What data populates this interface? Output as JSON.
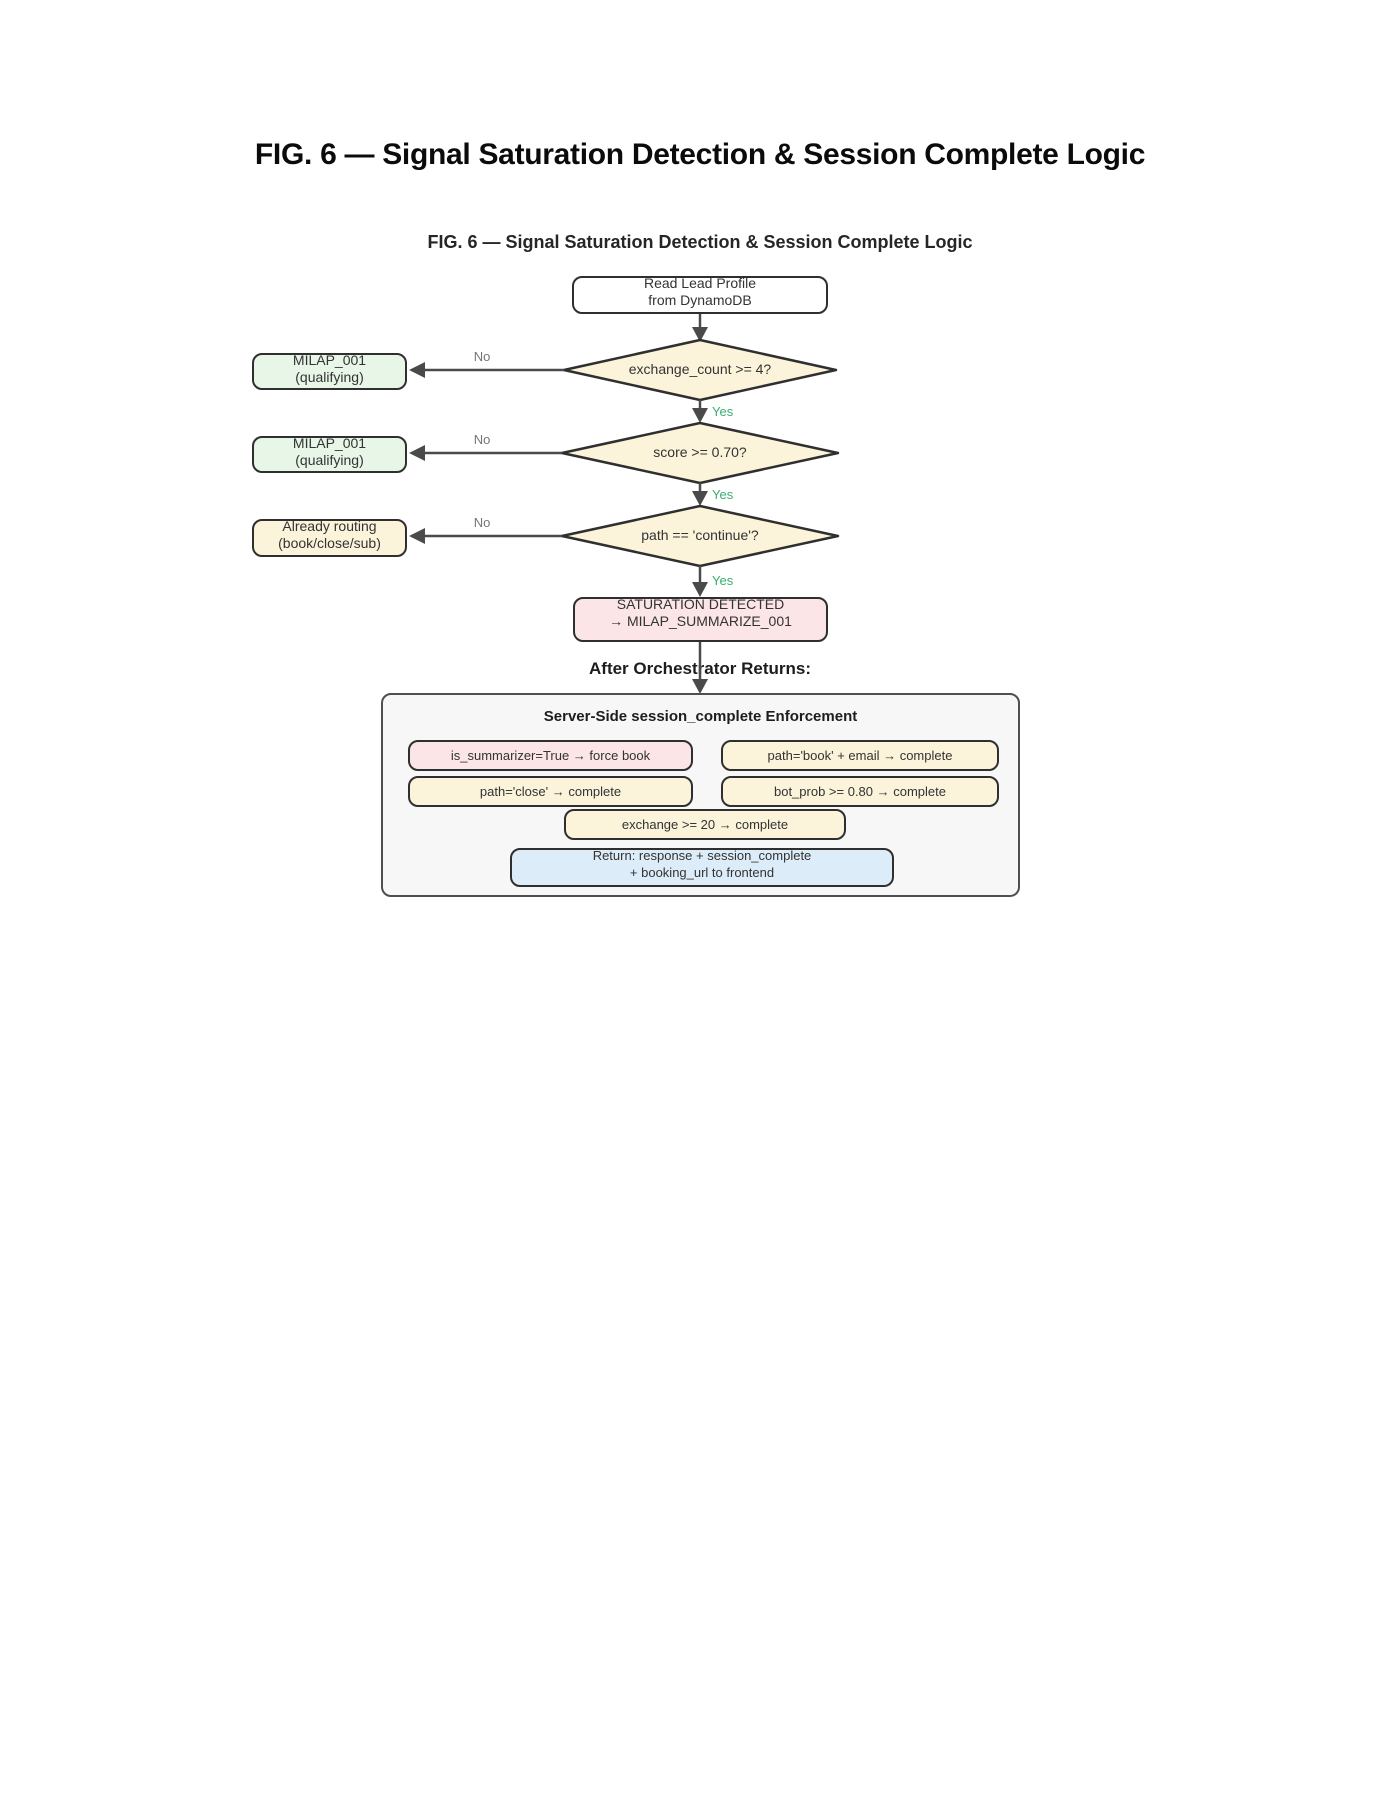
{
  "page_title": "FIG. 6 — Signal Saturation Detection & Session Complete Logic",
  "diagram": {
    "subtitle": "FIG. 6 — Signal Saturation Detection & Session Complete Logic",
    "start_node": {
      "line1": "Read Lead Profile",
      "line2": "from DynamoDB"
    },
    "decisions": [
      {
        "label": "exchange_count >= 4?",
        "no_label": "No",
        "yes_label": "Yes",
        "no_target": {
          "line1": "MILAP_001",
          "line2": "(qualifying)"
        }
      },
      {
        "label": "score >= 0.70?",
        "no_label": "No",
        "yes_label": "Yes",
        "no_target": {
          "line1": "MILAP_001",
          "line2": "(qualifying)"
        }
      },
      {
        "label": "path == 'continue'?",
        "no_label": "No",
        "yes_label": "Yes",
        "no_target": {
          "line1": "Already routing",
          "line2": "(book/close/sub)"
        }
      }
    ],
    "saturation_node": {
      "line1": "SATURATION DETECTED",
      "line2": "→ MILAP_SUMMARIZE_001"
    },
    "after_label": "After Orchestrator Returns:",
    "enforcement": {
      "title": "Server-Side session_complete Enforcement",
      "rules": [
        {
          "text": "is_summarizer=True → force book",
          "fill": "pink"
        },
        {
          "text": "path='book' + email → complete",
          "fill": "cream"
        },
        {
          "text": "path='close' → complete",
          "fill": "cream"
        },
        {
          "text": "bot_prob >= 0.80 → complete",
          "fill": "cream"
        },
        {
          "text": "exchange >= 20 → complete",
          "fill": "cream"
        }
      ],
      "return_node": {
        "line1": "Return: response + session_complete",
        "line2": "+ booking_url to frontend"
      }
    },
    "colors": {
      "decision_fill": "#fbf3da",
      "qualify_fill": "#e7f6e7",
      "routing_fill": "#fbf3da",
      "saturation_fill": "#fbe5e6",
      "return_fill": "#dcecf8",
      "container_fill": "#f7f7f7",
      "edge": "#4a4a4a",
      "yes_label": "#3bad71",
      "no_label": "#757575",
      "node_border": "#2f2f2f"
    }
  }
}
